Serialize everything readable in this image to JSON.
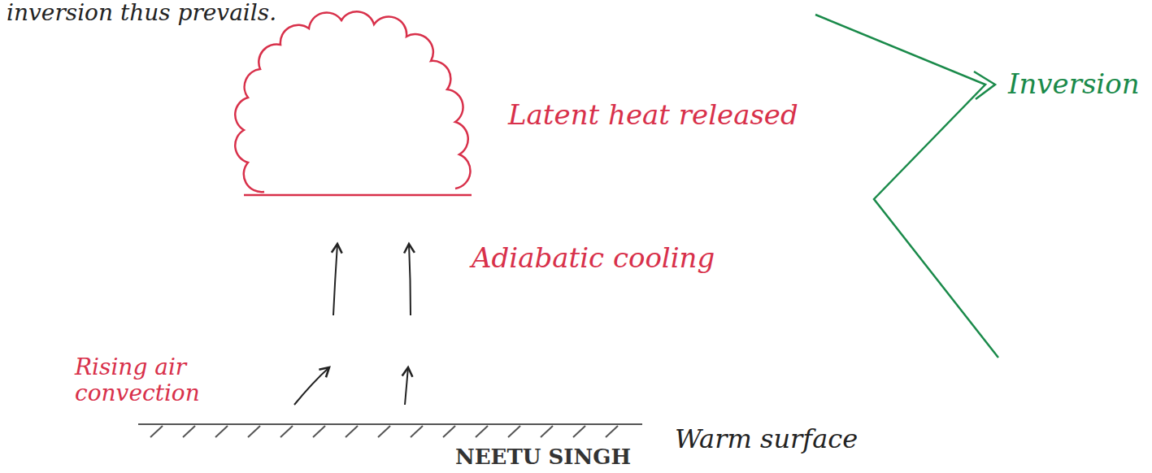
{
  "diagram": {
    "labels": [
      "inversion thus prevails.",
      "Latent heat released",
      "Adiabatic cooling",
      "Rising air convection",
      "Warm surface",
      "Inversion",
      "NEETU SINGH"
    ]
  }
}
